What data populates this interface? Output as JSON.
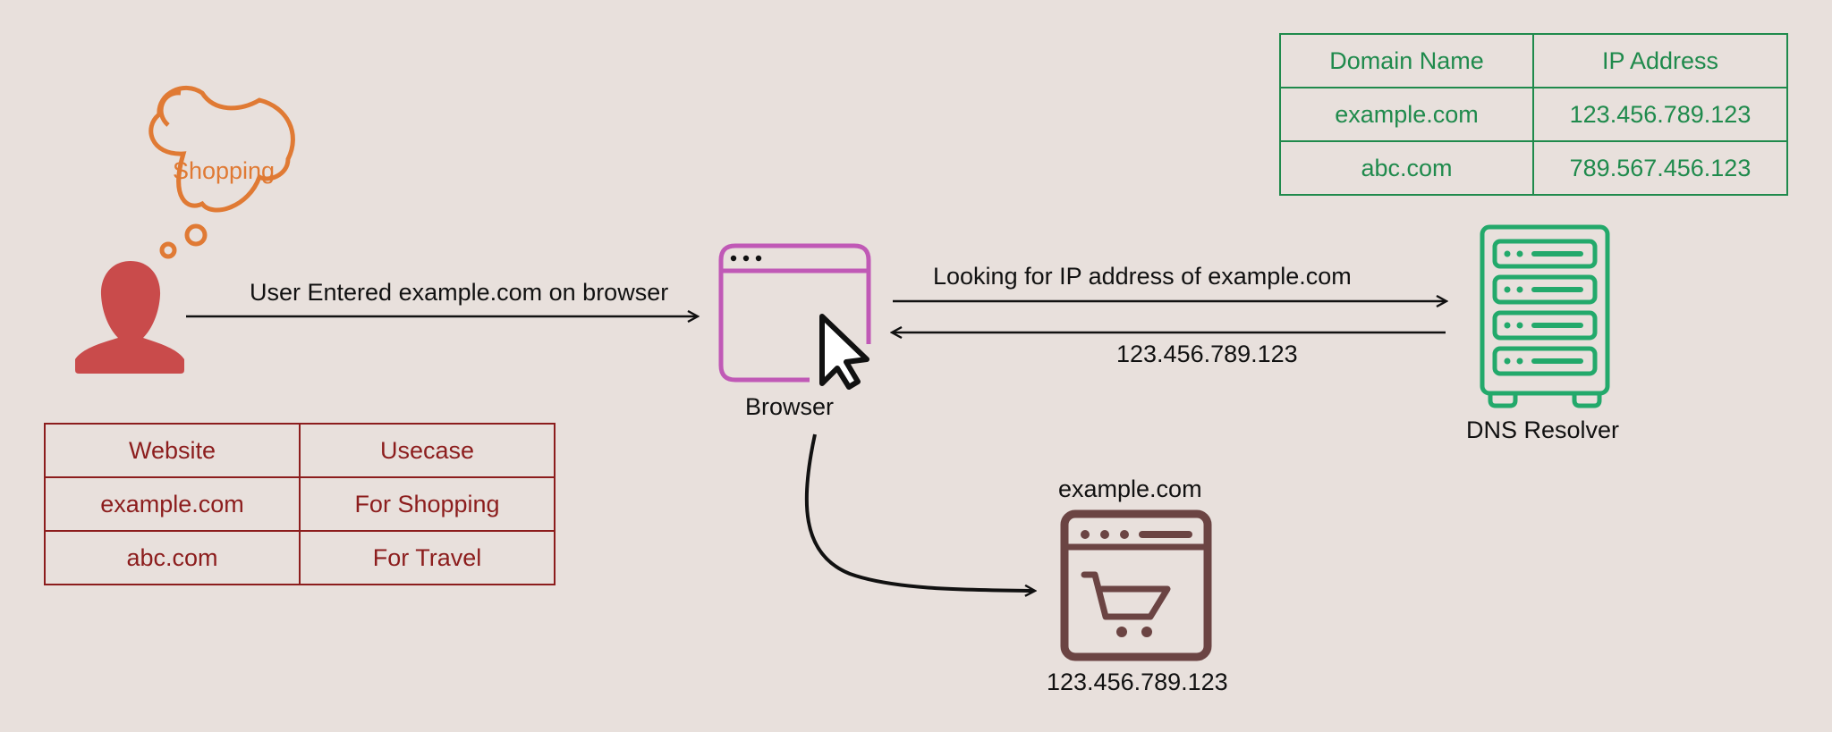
{
  "user": {
    "thought": "Shopping",
    "action_label": "User Entered example.com on browser"
  },
  "browser": {
    "label": "Browser"
  },
  "dns": {
    "request_label": "Looking for IP address of example.com",
    "response_label": "123.456.789.123",
    "label": "DNS Resolver"
  },
  "website": {
    "name": "example.com",
    "ip": "123.456.789.123"
  },
  "website_table": {
    "headers": [
      "Website",
      "Usecase"
    ],
    "rows": [
      [
        "example.com",
        "For Shopping"
      ],
      [
        "abc.com",
        "For Travel"
      ]
    ]
  },
  "dns_table": {
    "headers": [
      "Domain Name",
      "IP Address"
    ],
    "rows": [
      [
        "example.com",
        "123.456.789.123"
      ],
      [
        "abc.com",
        "789.567.456.123"
      ]
    ]
  },
  "colors": {
    "background": "#e8e0dc",
    "user": "#c94b4b",
    "thought": "#e07a34",
    "browser": "#c059b6",
    "dns_server": "#23a96b",
    "website_icon": "#6b4443",
    "website_table": "#8c1d1d",
    "dns_table": "#1f8a4c"
  }
}
